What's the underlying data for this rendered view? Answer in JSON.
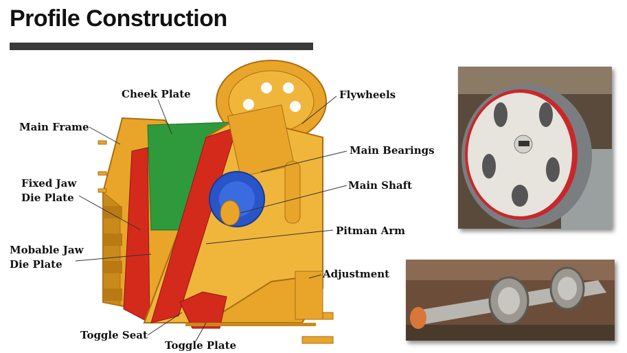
{
  "title": "Profile Construction",
  "labels": {
    "cheek_plate": "Cheek Plate",
    "flywheels": "Flywheels",
    "main_frame": "Main Frame",
    "main_bearings": "Main Bearings",
    "fixed_jaw_line1": "Fixed Jaw",
    "fixed_jaw_line2": "Die Plate",
    "main_shaft": "Main Shaft",
    "pitman_arm": "Pitman Arm",
    "mobable_jaw_line1": "Mobable Jaw",
    "mobable_jaw_line2": "Die Plate",
    "adjustment": "Adjustment",
    "toggle_seat": "Toggle Seat",
    "toggle_plate": "Toggle Plate"
  },
  "colors": {
    "frame": "#e8a52a",
    "frame_dark": "#b97a14",
    "cheek_plate": "#2f9a3c",
    "jaw_plate": "#d42a1c",
    "bearing": "#2a55c8",
    "title_bar": "#3a3a3a"
  },
  "photos": {
    "flywheel": "flywheel-photo",
    "shaft": "shaft-bearing-photo"
  }
}
